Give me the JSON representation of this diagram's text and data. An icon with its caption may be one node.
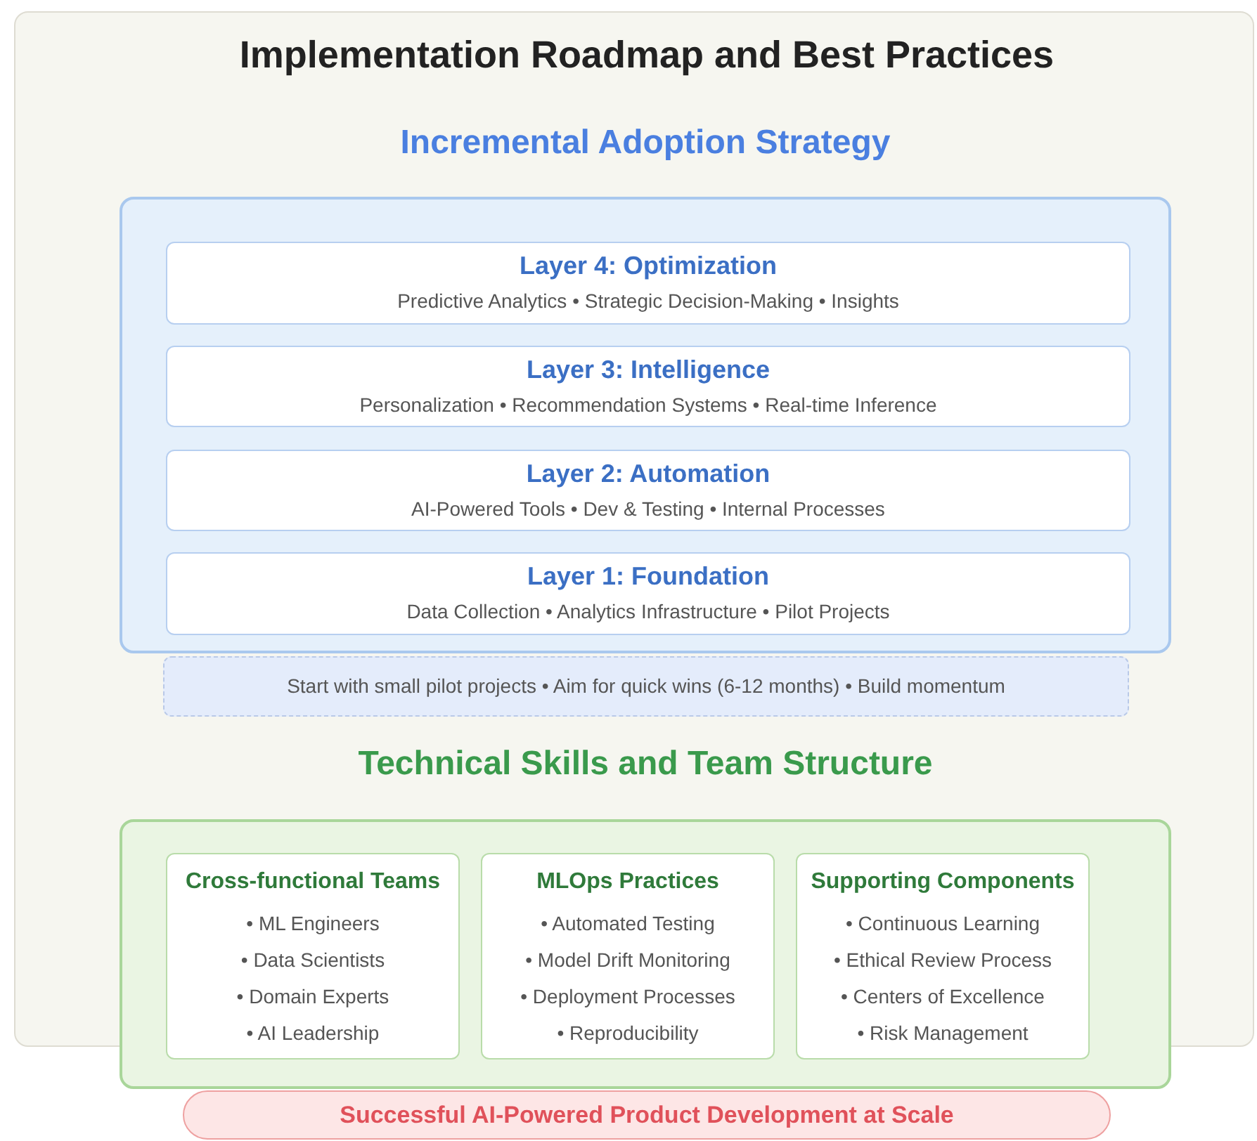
{
  "diagram": {
    "title": "Implementation Roadmap and Best Practices",
    "nodes": [
      {
        "text": [
          "Incremental Adoption Strategy"
        ]
      },
      {
        "text": [
          "Layer 4: Optimization",
          "Predictive Analytics • Strategic Decision-Making • Insights"
        ],
        "in": 0
      },
      {
        "text": [
          "Layer 3: Intelligence",
          "Personalization • Recommendation Systems • Real-time Inference"
        ],
        "in": 0
      },
      {
        "text": [
          "Layer 2: Automation",
          "AI-Powered Tools • Dev & Testing • Internal Processes"
        ],
        "in": 0
      },
      {
        "text": [
          "Layer 1: Foundation",
          "Data Collection • Analytics Infrastructure • Pilot Projects"
        ],
        "in": 0
      },
      {
        "text": [
          "Start with small pilot projects • Aim for quick wins (6-12 months) • Build momentum"
        ]
      },
      {
        "text": [
          "Technical Skills and Team Structure"
        ]
      },
      {
        "text": [
          "Cross-functional Teams",
          "• ML Engineers",
          "• Data Scientists",
          "• Domain Experts",
          "• AI Leadership"
        ],
        "in": 6
      },
      {
        "text": [
          "MLOps Practices",
          "• Automated Testing",
          "• Model Drift Monitoring",
          "• Deployment Processes",
          "• Reproducibility"
        ],
        "in": 6
      },
      {
        "text": [
          "Supporting Components",
          "• Continuous Learning",
          "• Ethical Review Process",
          "• Centers of Excellence",
          "• Risk Management"
        ],
        "in": 6
      },
      {
        "text": [
          "Successful AI-Powered Product Development at Scale"
        ]
      }
    ],
    "edges": []
  }
}
